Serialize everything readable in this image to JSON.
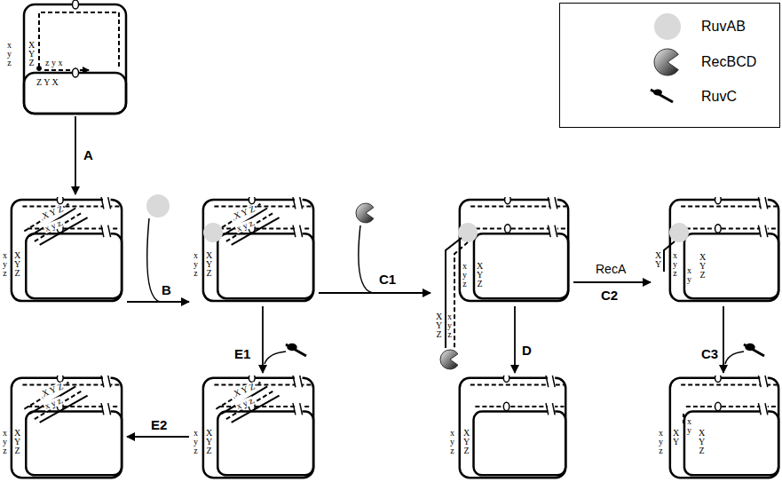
{
  "diagram": {
    "nodes": [
      {
        "text": [
          "x y z",
          "X Y Z",
          "z y x",
          "Z Y X"
        ]
      },
      {
        "text": [
          "X Y Z",
          "x y z",
          "x y z",
          "X Y Z"
        ]
      },
      {
        "text": [
          "X Y Z",
          "x y z",
          "x y z",
          "X Y Z"
        ]
      },
      {
        "text": [
          "X Y Z",
          "x y z",
          "x y z",
          "X Y Z"
        ]
      },
      {
        "text": [
          "X Y",
          "x y z",
          "x y",
          "X Y Z"
        ]
      },
      {
        "text": [
          "X Y Z",
          "x y z",
          "x y z",
          "X Y Z"
        ]
      },
      {
        "text": [
          "X Y Z",
          "x y z",
          "x y z",
          "X Y Z"
        ]
      },
      {
        "text": [
          "x y z",
          "X Y Z"
        ]
      },
      {
        "text": [
          "x y z",
          "X Y",
          "x y",
          "X Y Z"
        ]
      }
    ],
    "edges": [
      {
        "from": 0,
        "to": 1,
        "label": "A",
        "arrow": "to"
      },
      {
        "from": 1,
        "to": 2,
        "label": "B",
        "arrow": "to"
      },
      {
        "from": 2,
        "to": 3,
        "label": "C1",
        "arrow": "to"
      },
      {
        "from": 3,
        "to": 4,
        "label": "C2",
        "arrow": "to"
      },
      {
        "from": 2,
        "to": 6,
        "label": "E1",
        "arrow": "to"
      },
      {
        "from": 6,
        "to": 5,
        "label": "E2",
        "arrow": "to"
      },
      {
        "from": 3,
        "to": 7,
        "label": "D",
        "arrow": "to"
      },
      {
        "from": 4,
        "to": 8,
        "label": "C3",
        "arrow": "to"
      }
    ],
    "labels": [
      "RecA"
    ],
    "legend": [
      {
        "text": "RuvAB",
        "color": "#d9d9d9"
      },
      {
        "text": "RecBCD"
      },
      {
        "text": "RuvC"
      }
    ]
  }
}
